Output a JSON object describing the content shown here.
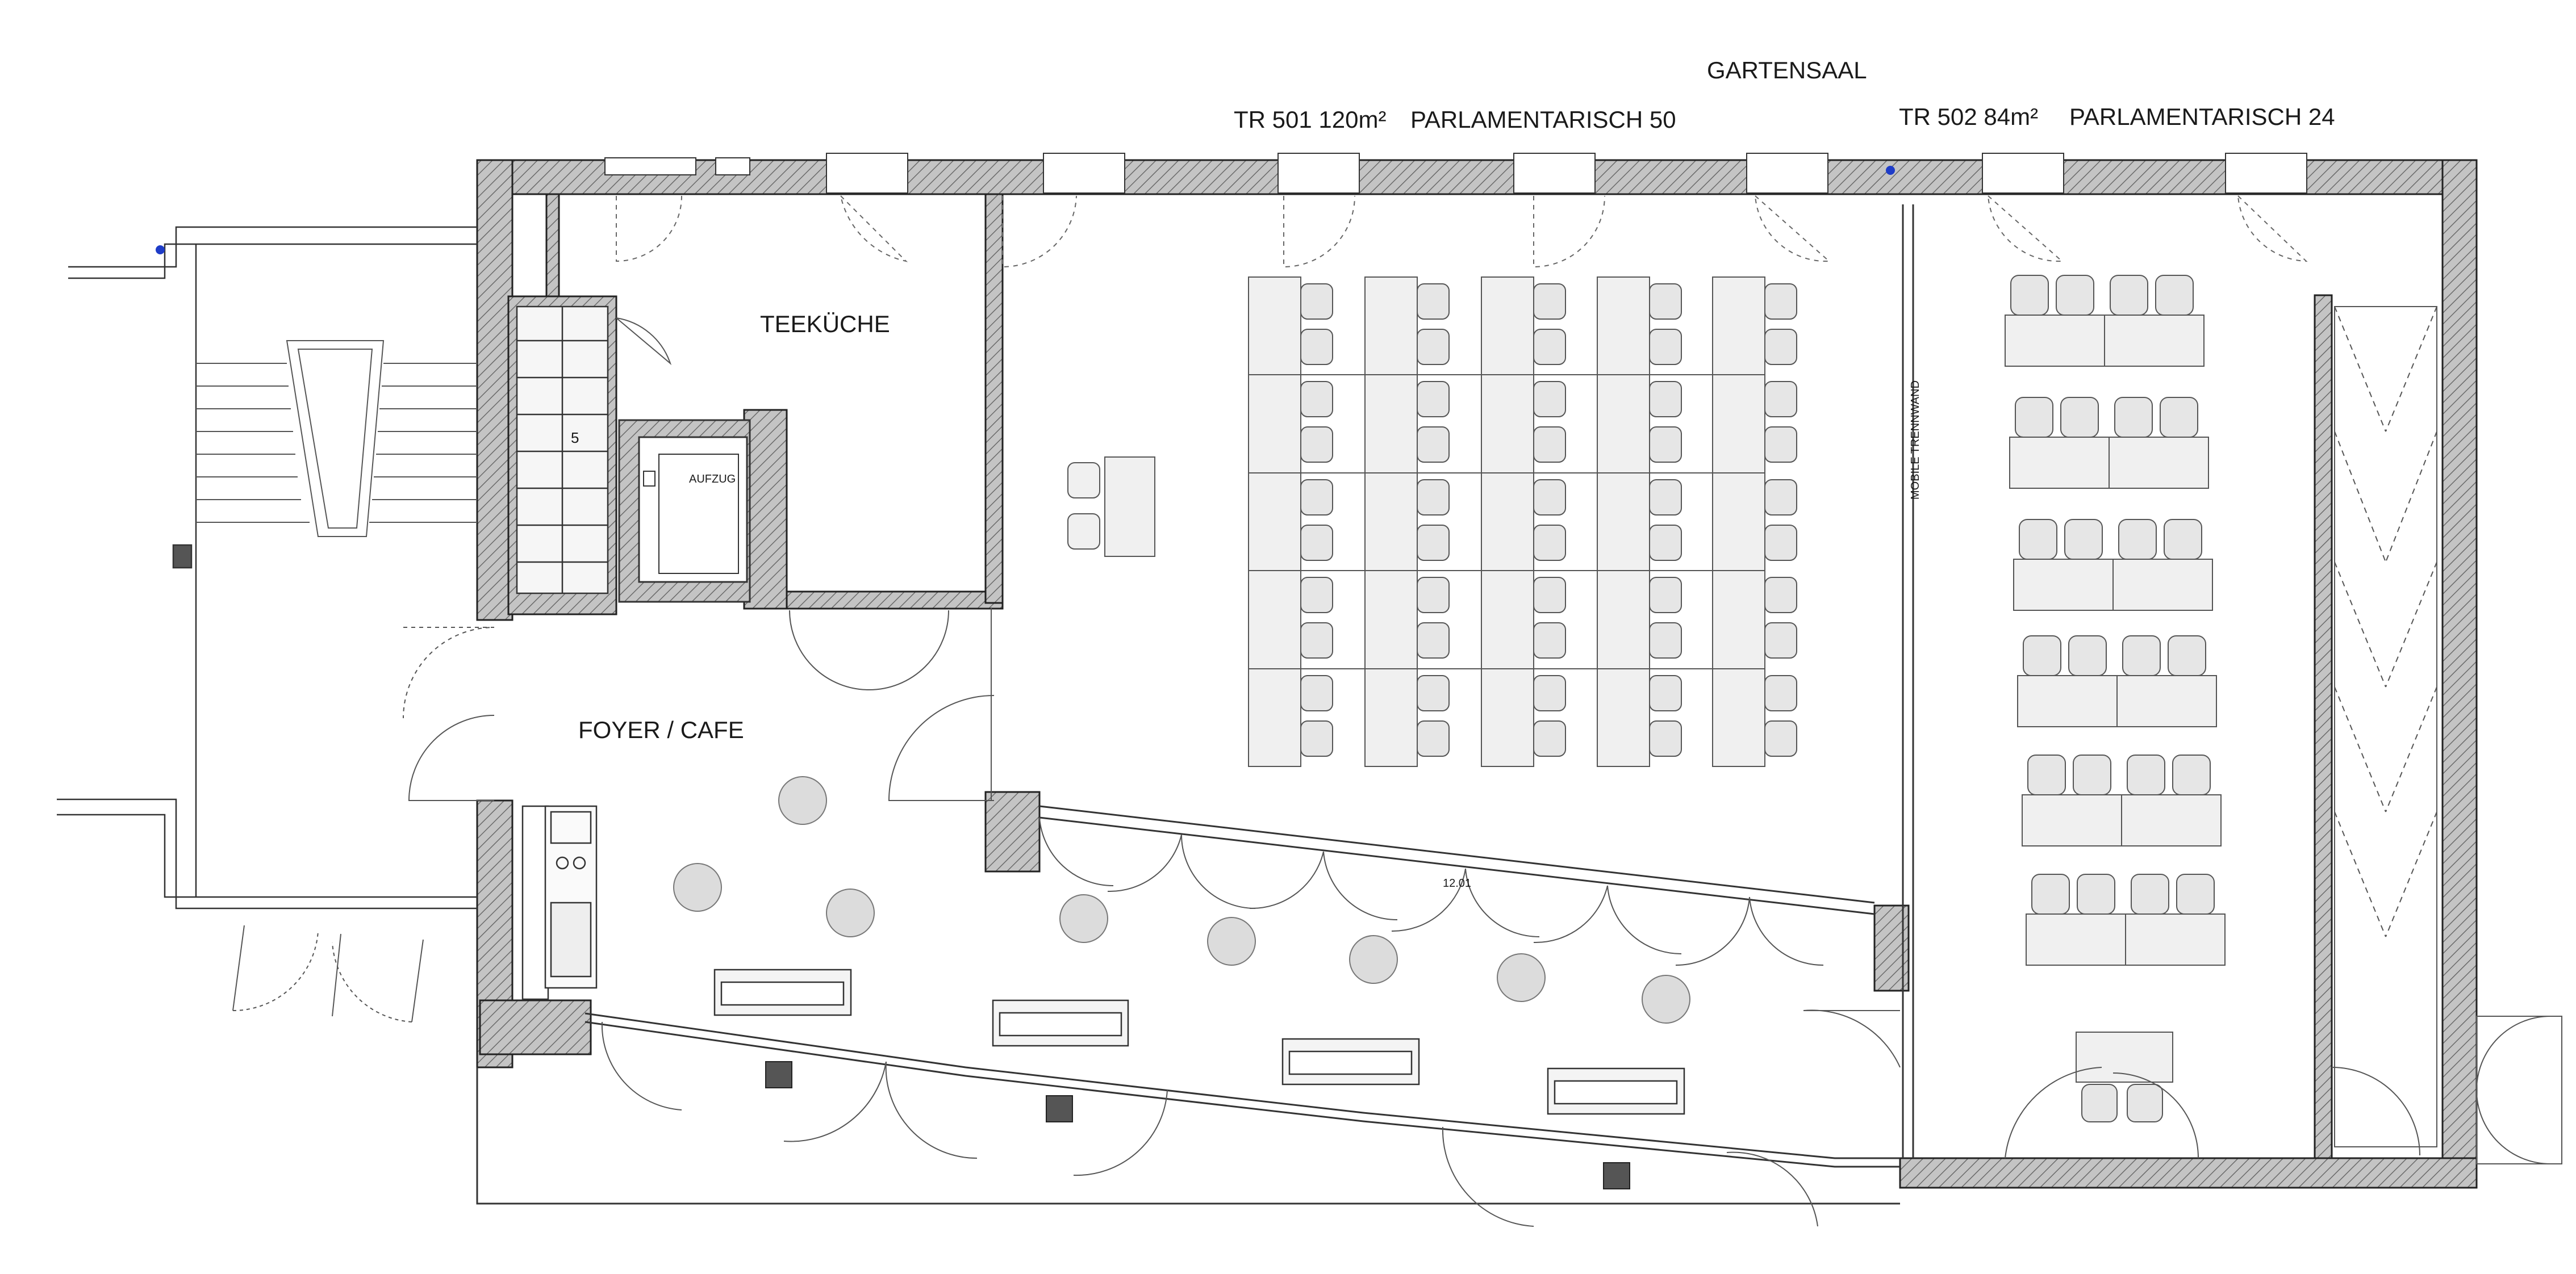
{
  "header": {
    "hall_title": "GARTENSAAL",
    "room_501": "TR 501 120m²",
    "layout_501": "PARLAMENTARISCH 50",
    "room_502": "TR 502  84m²",
    "layout_502": "PARLAMENTARISCH 24"
  },
  "rooms": {
    "kitchen": "TEEKÜCHE",
    "foyer": "FOYER / CAFE",
    "elevator": "AUFZUG",
    "partition": "MOBILE TRENNWAND",
    "stair_no": "5",
    "room_ref": "12.01"
  },
  "colors": {
    "wall_fill": "#b8b8b8",
    "wall_stroke": "#222222",
    "furniture_fill": "#f0f0f0",
    "round_table_fill": "#dcdcdc",
    "marker": "#1e3cc8"
  }
}
